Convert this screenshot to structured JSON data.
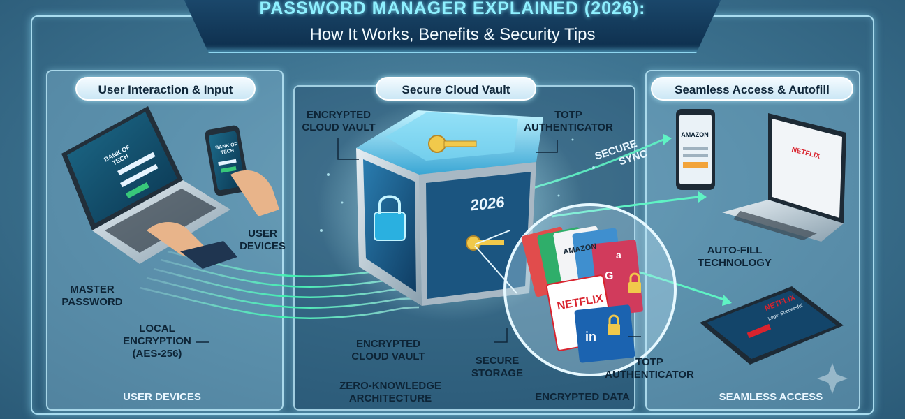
{
  "header": {
    "title": "PASSWORD MANAGER EXPLAINED (2026):",
    "subtitle": "How It Works, Benefits & Security Tips"
  },
  "sections": {
    "left": "User Interaction & Input",
    "center": "Secure Cloud Vault",
    "right": "Seamless Access & Autofill"
  },
  "labels": {
    "left": {
      "user_devices_top": [
        "USER",
        "DEVICES"
      ],
      "master_password": [
        "MASTER",
        "PASSWORD"
      ],
      "local_encryption": [
        "LOCAL",
        "ENCRYPTION",
        "(AES-256)"
      ],
      "user_devices_bottom": "USER DEVICES"
    },
    "center": {
      "encrypted_cloud_vault_top": [
        "ENCRYPTED",
        "CLOUD VAULT"
      ],
      "totp_top": [
        "TOTP",
        "AUTHENTICATOR"
      ],
      "encrypted_cloud_vault_bottom": [
        "ENCRYPTED",
        "CLOUD VAULT"
      ],
      "zero_knowledge": [
        "ZERO-KNOWLEDGE",
        "ARCHITECTURE"
      ],
      "secure_storage": [
        "SECURE",
        "STORAGE"
      ],
      "encrypted_data": "ENCRYPTED DATA",
      "totp_bottom": [
        "TOTP",
        "AUTHENTICATOR"
      ],
      "vault_year": "2026"
    },
    "right": {
      "secure_sync": [
        "SECURE",
        "SYNC"
      ],
      "auto_fill": [
        "AUTO-FILL",
        "TECHNOLOGY"
      ],
      "seamless_access": "SEAMLESS ACCESS"
    }
  },
  "screens": {
    "laptop_left": "BANK OF TECH",
    "phone_left": "BANK OF TECH",
    "phone_right": "AMAZON",
    "laptop_right": "NETFLIX",
    "tablet_right": "NETFLIX",
    "tablet_right_sub": "Login Successful"
  },
  "cards": [
    "AMAZON",
    "G",
    "NETFLIX",
    "in",
    "a"
  ],
  "colors": {
    "accent": "#8ef0ff",
    "stream": "#39e6a0",
    "vault": "#4aa8d8",
    "netflix": "#d9232e"
  }
}
